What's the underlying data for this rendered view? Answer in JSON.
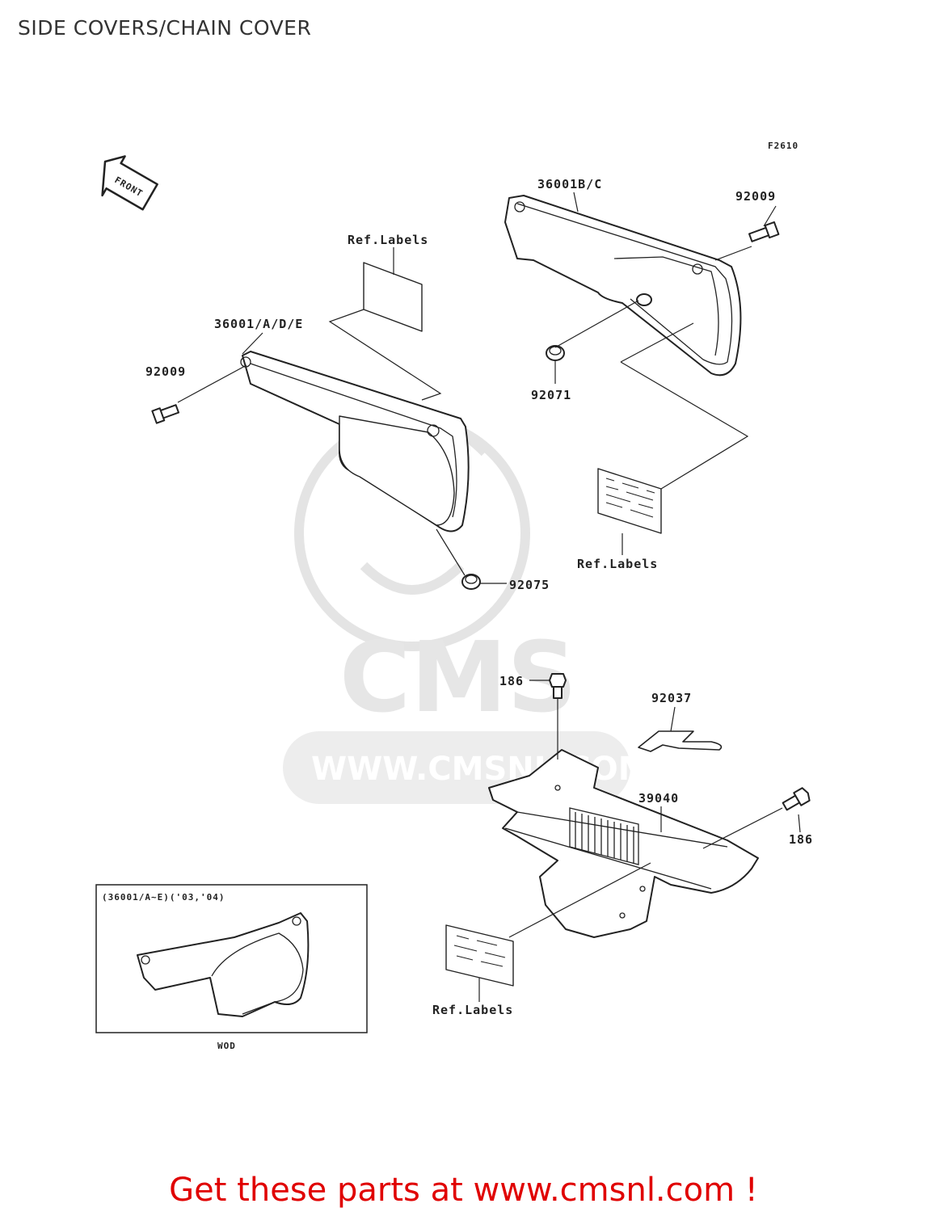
{
  "title": "SIDE COVERS/CHAIN COVER",
  "figure_code": "F2610",
  "front_label": "FRONT",
  "watermark": {
    "logo": "CMS",
    "url": "WWW.CMSNL.COM"
  },
  "callouts": {
    "side_cover_right": "36001B/C",
    "bolt_top_right": "92009",
    "ref_labels_top": "Ref.Labels",
    "side_cover_left": "36001/A/D/E",
    "bolt_left": "92009",
    "grommet_top": "92071",
    "ref_labels_mid": "Ref.Labels",
    "grommet_left": "92075",
    "bolt_chain_top": "186",
    "clamp": "92037",
    "chain_cover": "39040",
    "bolt_chain_right": "186",
    "ref_labels_bottom": "Ref.Labels"
  },
  "inset": {
    "caption": "(36001/A~E)('03,'04)",
    "note": "WOD"
  },
  "promo": "Get these parts at www.cmsnl.com !"
}
